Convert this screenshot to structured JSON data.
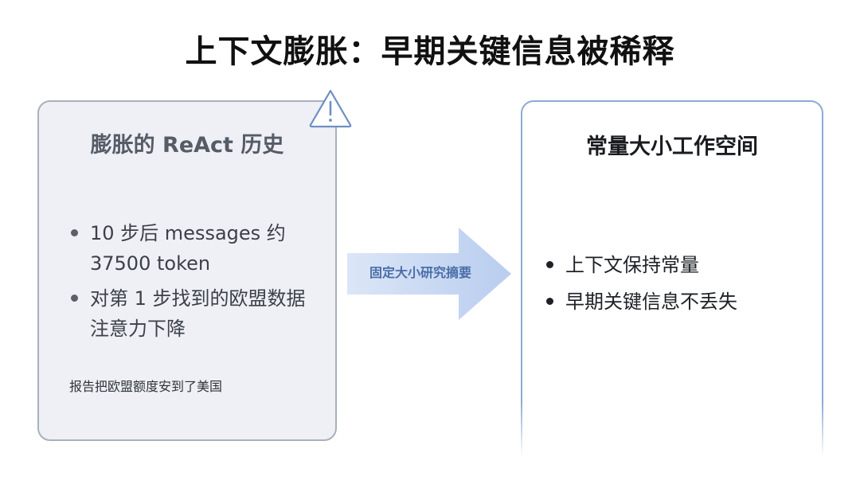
{
  "title": "上下文膨胀：早期关键信息被稀释",
  "left_panel": {
    "heading": "膨胀的 ReAct 历史",
    "bullets": [
      "10 步后 messages 约 37500 token",
      "对第 1 步找到的欧盟数据注意力下降"
    ],
    "note": "报告把欧盟额度安到了美国",
    "icon": "warning-triangle-icon"
  },
  "arrow": {
    "label": "固定大小研究摘要",
    "icon": "right-arrow-icon"
  },
  "right_panel": {
    "heading": "常量大小工作空间",
    "bullets": [
      "上下文保持常量",
      "早期关键信息不丢失"
    ]
  },
  "colors": {
    "left_panel_bg": "#eef0f5",
    "left_panel_border": "#a9b0bd",
    "right_panel_border": "#8eaad3",
    "arrow_fill": "#c9d9f3",
    "arrow_label": "#4a6ea8"
  }
}
